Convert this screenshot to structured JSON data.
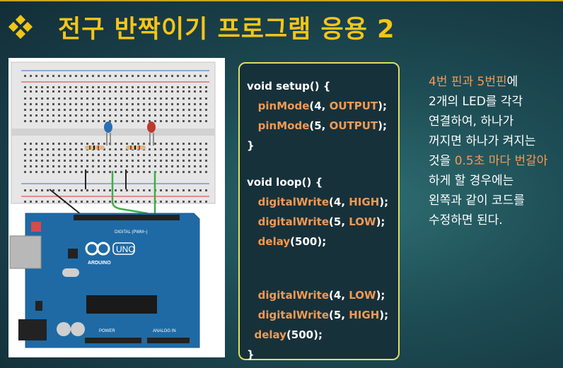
{
  "slide": {
    "title": "전구 반짝이기 프로그램 응용 2",
    "bullet_color": "#f0c419",
    "title_color": "#f5c518",
    "accent_color": "#f39a53"
  },
  "circuit": {
    "description_icon": "arduino-breadboard-circuit",
    "board_label": "UNO",
    "board_brand": "ARDUINO",
    "digital_label": "DIGITAL (PWM~)",
    "power_label": "POWER",
    "analog_label": "ANALOG IN",
    "led_colors": [
      "#2a6fb3",
      "#c0392b"
    ]
  },
  "code": {
    "lines": [
      {
        "indent": "",
        "fn": "",
        "args": "void setup() {"
      },
      {
        "indent": "   ",
        "fn": "pinMode",
        "open": "(4, ",
        "const": "OUTPUT",
        "close": ");"
      },
      {
        "indent": "   ",
        "fn": "pinMode",
        "open": "(5, ",
        "const": "OUTPUT",
        "close": ");"
      },
      {
        "indent": "",
        "fn": "",
        "args": "}"
      },
      {
        "blank": true
      },
      {
        "indent": "",
        "fn": "",
        "args": "void loop() {"
      },
      {
        "indent": "   ",
        "fn": "digitalWrite",
        "open": "(4, ",
        "const": "HIGH",
        "close": ");"
      },
      {
        "indent": "   ",
        "fn": "digitalWrite",
        "open": "(5, ",
        "const": "LOW",
        "close": ");"
      },
      {
        "indent": "   ",
        "fn": "delay",
        "open": "(500);",
        "const": "",
        "close": ""
      },
      {
        "blank": true
      },
      {
        "blank": true
      },
      {
        "indent": "   ",
        "fn": "digitalWrite",
        "open": "(4, ",
        "const": "LOW",
        "close": ");"
      },
      {
        "indent": "   ",
        "fn": "digitalWrite",
        "open": "(5, ",
        "const": "HIGH",
        "close": ");"
      },
      {
        "indent": "  ",
        "fn": "delay",
        "open": "(500);",
        "const": "",
        "close": ""
      },
      {
        "indent": "",
        "fn": "",
        "args": "}"
      }
    ]
  },
  "description": {
    "lines": [
      [
        {
          "t": "4번 핀과 5번핀",
          "hl": true
        },
        {
          "t": "에",
          "hl": false
        }
      ],
      [
        {
          "t": "2개의 LED를 각각",
          "hl": false
        }
      ],
      [
        {
          "t": "연결하여, 하나가",
          "hl": false
        }
      ],
      [
        {
          "t": "꺼지면 하나가 켜지는",
          "hl": false
        }
      ],
      [
        {
          "t": "것을 ",
          "hl": false
        },
        {
          "t": "0.5초 마다 번갈아",
          "hl": true
        }
      ],
      [
        {
          "t": "하게 할 경우에는",
          "hl": false
        }
      ],
      [
        {
          "t": "왼쪽과 같이 코드를",
          "hl": false
        }
      ],
      [
        {
          "t": "수정하면 된다.",
          "hl": false
        }
      ]
    ]
  }
}
